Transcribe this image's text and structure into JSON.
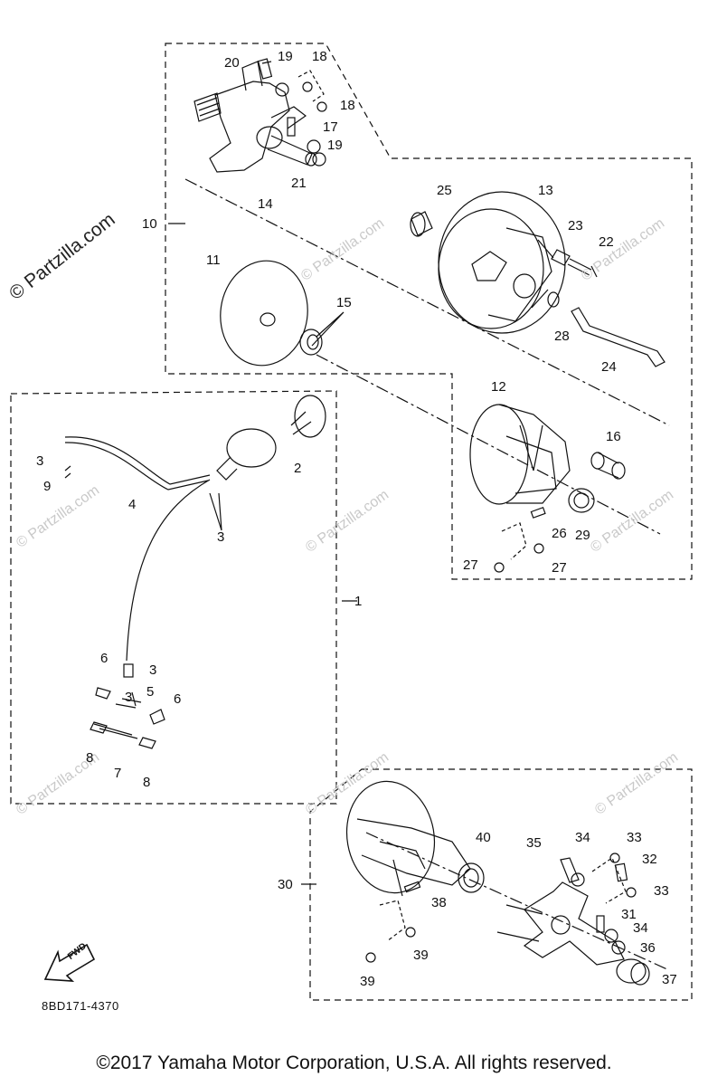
{
  "watermark_side": "© Partzilla.com",
  "watermark_faint": "© Partzilla.com",
  "fwd_label": "FWD",
  "part_code": "8BD171-4370",
  "footer": "©2017  Yamaha Motor Corporation, U.S.A. All rights reserved.",
  "labels": [
    "1",
    "2",
    "3",
    "3",
    "3",
    "3",
    "4",
    "5",
    "6",
    "6",
    "7",
    "8",
    "8",
    "9",
    "10",
    "11",
    "12",
    "13",
    "14",
    "15",
    "16",
    "17",
    "18",
    "18",
    "19",
    "19",
    "20",
    "21",
    "22",
    "23",
    "24",
    "25",
    "26",
    "27",
    "27",
    "28",
    "29",
    "30",
    "31",
    "32",
    "33",
    "33",
    "34",
    "34",
    "35",
    "36",
    "37",
    "38",
    "39",
    "39",
    "40"
  ]
}
